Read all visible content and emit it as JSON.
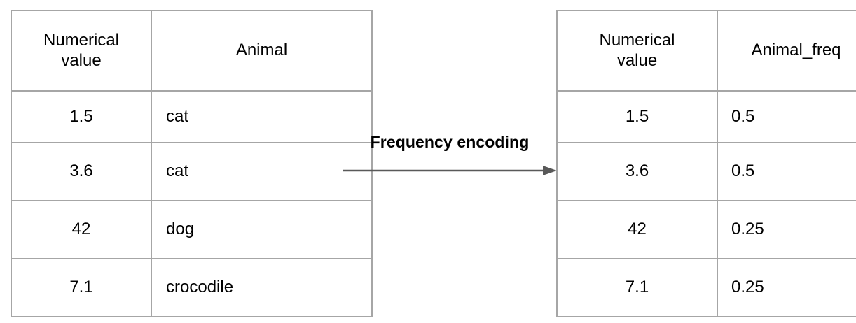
{
  "diagram": {
    "title_text": "Frequency encoding",
    "arrow": {
      "icon": "right-arrow-icon",
      "direction": "right",
      "color": "#595959"
    },
    "border_color": "#a6a6a6",
    "background_color": "#ffffff",
    "text_color": "#000000"
  },
  "source_table": {
    "name": "input-table",
    "headers": {
      "col1_line1": "Numerical",
      "col1_line2": "value",
      "col2": "Animal"
    },
    "rows": [
      {
        "value": "1.5",
        "animal": "cat"
      },
      {
        "value": "3.6",
        "animal": "cat"
      },
      {
        "value": "42",
        "animal": "dog"
      },
      {
        "value": "7.1",
        "animal": "crocodile"
      }
    ]
  },
  "result_table": {
    "name": "output-table",
    "headers": {
      "col1_line1": "Numerical",
      "col1_line2": "value",
      "col2": "Animal_freq"
    },
    "rows": [
      {
        "value": "1.5",
        "animal_freq": "0.5"
      },
      {
        "value": "3.6",
        "animal_freq": "0.5"
      },
      {
        "value": "42",
        "animal_freq": "0.25"
      },
      {
        "value": "7.1",
        "animal_freq": "0.25"
      }
    ]
  }
}
